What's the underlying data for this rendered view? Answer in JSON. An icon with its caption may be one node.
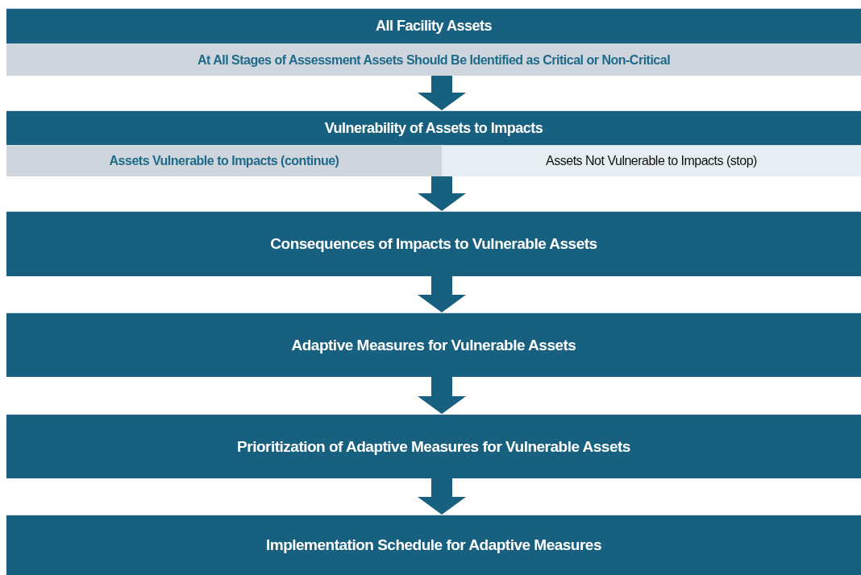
{
  "diagram": {
    "nodes": [
      {
        "text": [
          "All Facility Assets"
        ]
      },
      {
        "text": [
          "At All Stages of Assessment Assets Should Be Identified as Critical or Non-Critical"
        ]
      },
      {
        "text": [
          "Vulnerability of Assets to Impacts"
        ]
      },
      {
        "text": [
          "Assets Vulnerable to Impacts (continue)"
        ]
      },
      {
        "text": [
          "Assets Not Vulnerable to Impacts (stop)"
        ]
      },
      {
        "text": [
          "Consequences of Impacts to Vulnerable Assets"
        ]
      },
      {
        "text": [
          "Adaptive Measures for Vulnerable Assets"
        ]
      },
      {
        "text": [
          "Prioritization of Adaptive Measures for Vulnerable Assets"
        ]
      },
      {
        "text": [
          "Implementation Schedule for Adaptive Measures"
        ]
      }
    ],
    "edges": [
      {
        "from": 1,
        "to": 2,
        "arrow": "to"
      },
      {
        "from": 3,
        "to": 5,
        "arrow": "to"
      },
      {
        "from": 5,
        "to": 6,
        "arrow": "to"
      },
      {
        "from": 6,
        "to": 7,
        "arrow": "to"
      },
      {
        "from": 7,
        "to": 8,
        "arrow": "to"
      }
    ]
  }
}
